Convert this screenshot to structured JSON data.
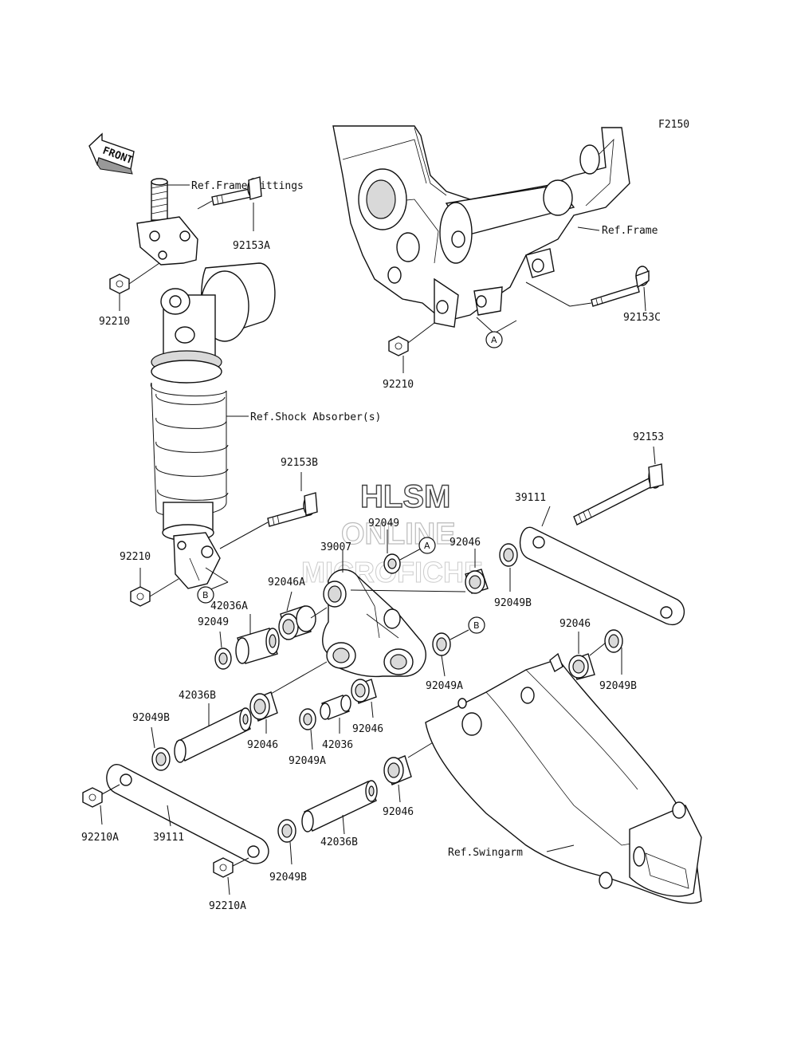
{
  "diagram_code": "F2150",
  "front_arrow_text": "FRONT",
  "watermark": {
    "line1": "HLSM",
    "line2": "ONLINE",
    "line3": "MICROFICHE"
  },
  "callouts": {
    "a": "A",
    "b": "B"
  },
  "labels": {
    "ref_frame_fittings": "Ref.Frame Fittings",
    "ref_frame": "Ref.Frame",
    "ref_shock": "Ref.Shock Absorber(s)",
    "ref_swingarm": "Ref.Swingarm",
    "p92153a": "92153A",
    "p92210_top": "92210",
    "p92210_frame": "92210",
    "p92153c": "92153C",
    "p92153": "92153",
    "p92153b": "92153B",
    "p92210_mid": "92210",
    "p39111_right": "39111",
    "p92049_top": "92049",
    "p39007": "39007",
    "p92046_top": "92046",
    "p92046a": "92046A",
    "p42036a": "42036A",
    "p92049_left": "92049",
    "p92049b_right": "92049B",
    "p92046_right": "92046",
    "p92049a_right": "92049A",
    "p92049b_far_right": "92049B",
    "p42036b_left": "42036B",
    "p92049b_left": "92049B",
    "p92046_mid": "92046",
    "p92046_mid2": "92046",
    "p42036": "42036",
    "p92049a_mid": "92049A",
    "p92046_low": "92046",
    "p42036b_low": "42036B",
    "p92210a_left": "92210A",
    "p39111_left": "39111",
    "p92049b_low": "92049B",
    "p92210a_low": "92210A"
  }
}
